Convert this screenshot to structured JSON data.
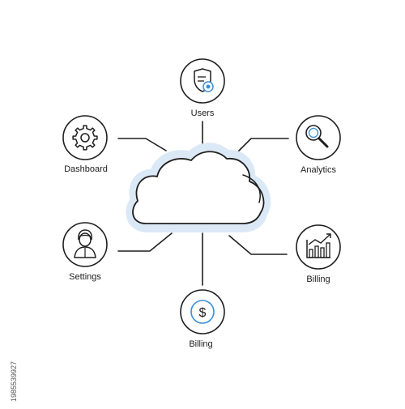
{
  "nodes": {
    "top": {
      "label": "Users",
      "icon": "user-shield-icon"
    },
    "upper_left": {
      "label": "Dashboard",
      "icon": "gear-icon"
    },
    "upper_right": {
      "label": "Analytics",
      "icon": "magnifier-icon"
    },
    "lower_left": {
      "label": "Settings",
      "icon": "person-icon"
    },
    "lower_right": {
      "label": "Billing",
      "icon": "bar-chart-icon"
    },
    "bottom": {
      "label": "Billing",
      "icon": "dollar-icon"
    }
  },
  "center": {
    "icon": "cloud-icon"
  },
  "stock_id": "1985539927",
  "colors": {
    "line": "#1e1e1e",
    "accent": "#3a8fd6",
    "glow": "#dbe9f6"
  }
}
